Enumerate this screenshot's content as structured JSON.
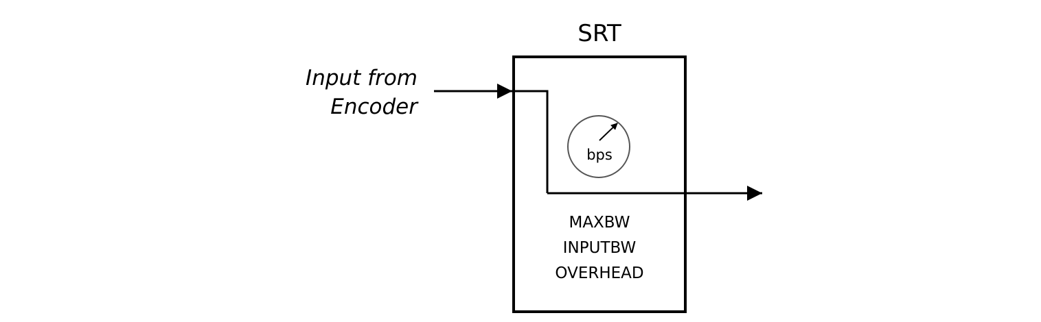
{
  "diagram": {
    "title": "SRT",
    "input_label_line1": "Input from",
    "input_label_line2": "Encoder",
    "meter_label": "bps",
    "parameters": [
      "MAXBW",
      "INPUTBW",
      "OVERHEAD"
    ]
  },
  "colors": {
    "stroke": "#000000",
    "meter_stroke": "#555555",
    "background": "#ffffff"
  }
}
